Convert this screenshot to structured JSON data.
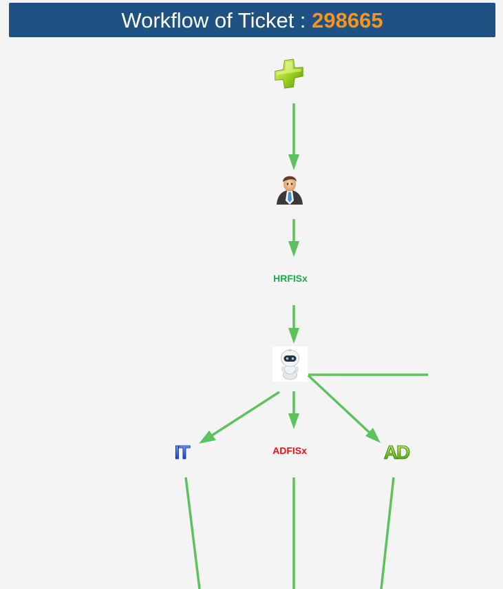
{
  "header": {
    "title_prefix": "Workflow of Ticket : ",
    "ticket_number": "298665"
  },
  "colors": {
    "header_bg": "#1f5282",
    "ticket_number": "#f7941d",
    "edge": "#5cc35c",
    "hrfis_label": "#22a84a",
    "adfis_label": "#ee1111",
    "it_label": "#1a4fff",
    "ad_label": "#7ed321"
  },
  "nodes": {
    "start": {
      "icon": "green-plus-icon"
    },
    "requester": {
      "icon": "person-icon"
    },
    "hrfis": {
      "label": "HRFISx"
    },
    "bot": {
      "icon": "robot-icon"
    },
    "it": {
      "label": "IT"
    },
    "adfis": {
      "label": "ADFISx"
    },
    "ad": {
      "label": "AD"
    }
  }
}
